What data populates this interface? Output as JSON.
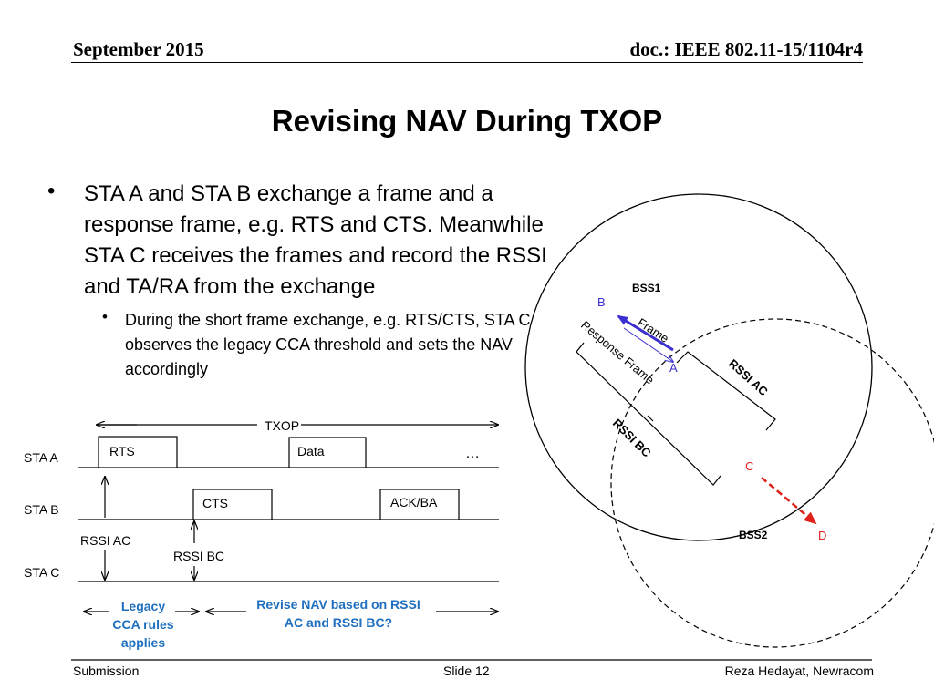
{
  "header": {
    "date": "September 2015",
    "doc": "doc.: IEEE 802.11-15/1104r4"
  },
  "title": "Revising NAV During TXOP",
  "bullets": {
    "main": "STA A and STA B exchange a frame and a response frame, e.g. RTS and CTS. Meanwhile STA C receives the frames and record the RSSI and TA/RA from the exchange",
    "sub": "During the short frame exchange, e.g. RTS/CTS, STA C observes the legacy CCA threshold and sets the NAV accordingly"
  },
  "timeline": {
    "txop_label": "TXOP",
    "rows": [
      "STA A",
      "STA B",
      "STA C"
    ],
    "frames": {
      "rts": "RTS",
      "data": "Data",
      "cts": "CTS",
      "ackba": "ACK/BA",
      "ellipsis": "…"
    },
    "rssi_ac": "RSSI AC",
    "rssi_bc": "RSSI BC",
    "legacy_note": [
      "Legacy",
      "CCA rules",
      "applies"
    ],
    "revise_note": [
      "Revise NAV based on RSSI",
      "AC and RSSI BC?"
    ]
  },
  "diagram": {
    "bss1": "BSS1",
    "bss2": "BSS2",
    "sta_b": "B",
    "sta_a": "A",
    "sta_c": "C",
    "sta_d": "D",
    "frame": "Frame",
    "response_frame": "Response Frame",
    "rssi_ac": "RSSI AC",
    "rssi_bc": "RSSI BC",
    "colors": {
      "blue": "#3b2fd0",
      "red": "#e0201a",
      "note": "#1f6fbf"
    }
  },
  "footer": {
    "left": "Submission",
    "center": "Slide 12",
    "right": "Reza Hedayat, Newracom"
  }
}
